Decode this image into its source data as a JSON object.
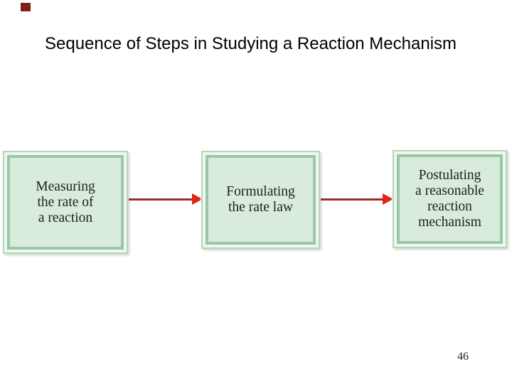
{
  "slide": {
    "title": "Sequence of Steps in Studying a Reaction Mechanism",
    "page_number": "46"
  },
  "diagram": {
    "boxes": [
      {
        "id": "step-1",
        "label": "Measuring\nthe rate of\na reaction"
      },
      {
        "id": "step-2",
        "label": "Formulating\nthe rate law"
      },
      {
        "id": "step-3",
        "label": "Postulating\na reasonable\nreaction\nmechanism"
      }
    ],
    "arrows": [
      {
        "from": "step-1",
        "to": "step-2"
      },
      {
        "from": "step-2",
        "to": "step-3"
      }
    ]
  },
  "colors": {
    "box_fill": "#d9ecdb",
    "box_border_inner": "#98c8a5",
    "box_border_outer": "#b4d6bc",
    "box_highlight_band": "#eef6ef",
    "arrow_shaft": "#9e2b26",
    "arrow_head": "#e02418",
    "corner_mark": "#7f1f16",
    "title_text": "#000000",
    "box_text": "#212121"
  }
}
